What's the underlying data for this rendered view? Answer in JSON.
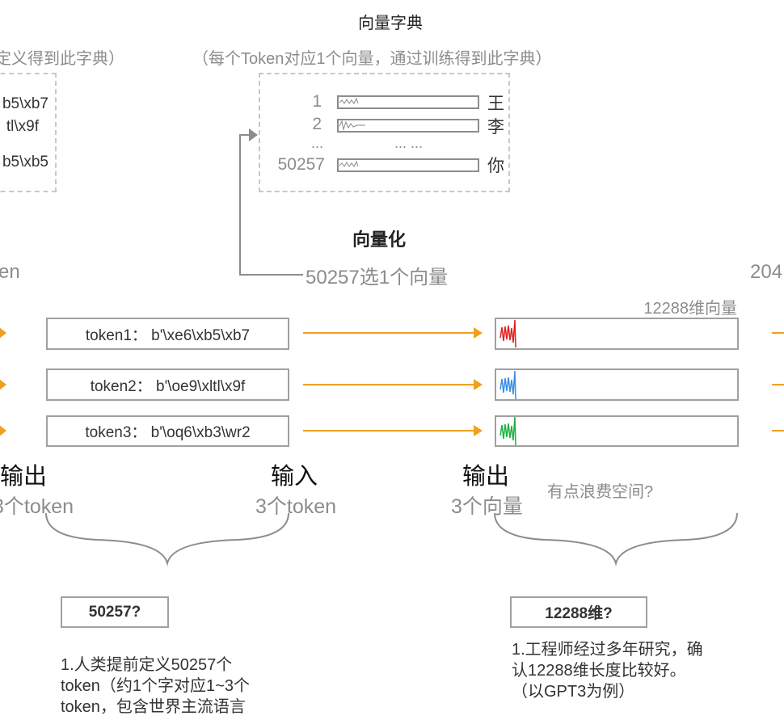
{
  "dictionary": {
    "title": "向量字典",
    "subtitle": "（每个Token对应1个向量，通过训练得到此字典）",
    "rows": [
      {
        "index": "1",
        "char": "王"
      },
      {
        "index": "2",
        "char": "李"
      },
      {
        "index": "...",
        "char": "... ..."
      },
      {
        "index": "50257",
        "char": "你"
      }
    ]
  },
  "left_dictionary": {
    "subtitle_partial": "定义得到此字典）",
    "entries": [
      "b5\\xb7",
      "tl\\x9f",
      "b5\\xb5"
    ]
  },
  "vectorize": {
    "title": "向量化",
    "caption": "50257选1个向量",
    "left_partial": "en",
    "right_partial": "204"
  },
  "vector_label": "12288维向量",
  "tokens": [
    {
      "label": "token1：  b'\\xe6\\xb5\\xb7",
      "color": "#e02020"
    },
    {
      "label": "token2：  b'\\oe9\\xltl\\x9f",
      "color": "#3a8ee6"
    },
    {
      "label": "token3：  b'\\oq6\\xb3\\wr2",
      "color": "#20b040"
    }
  ],
  "io": {
    "left_output": "输出",
    "left_output_sub": "3个token",
    "input": "输入",
    "input_sub": "3个token",
    "output": "输出",
    "output_sub": "3个向量",
    "waste_note": "有点浪费空间?"
  },
  "questions": {
    "left_box": "50257?",
    "left_text": [
      "1.人类提前定义50257个",
      "token（约1个字对应1~3个",
      "token，包含世界主流语言"
    ],
    "right_box": "12288维?",
    "right_text": [
      "1.工程师经过多年研究，确",
      "认12288维长度比较好。",
      "（以GPT3为例）"
    ]
  },
  "colors": {
    "arrow": "#f0a020",
    "connector": "#8c8c8c"
  }
}
